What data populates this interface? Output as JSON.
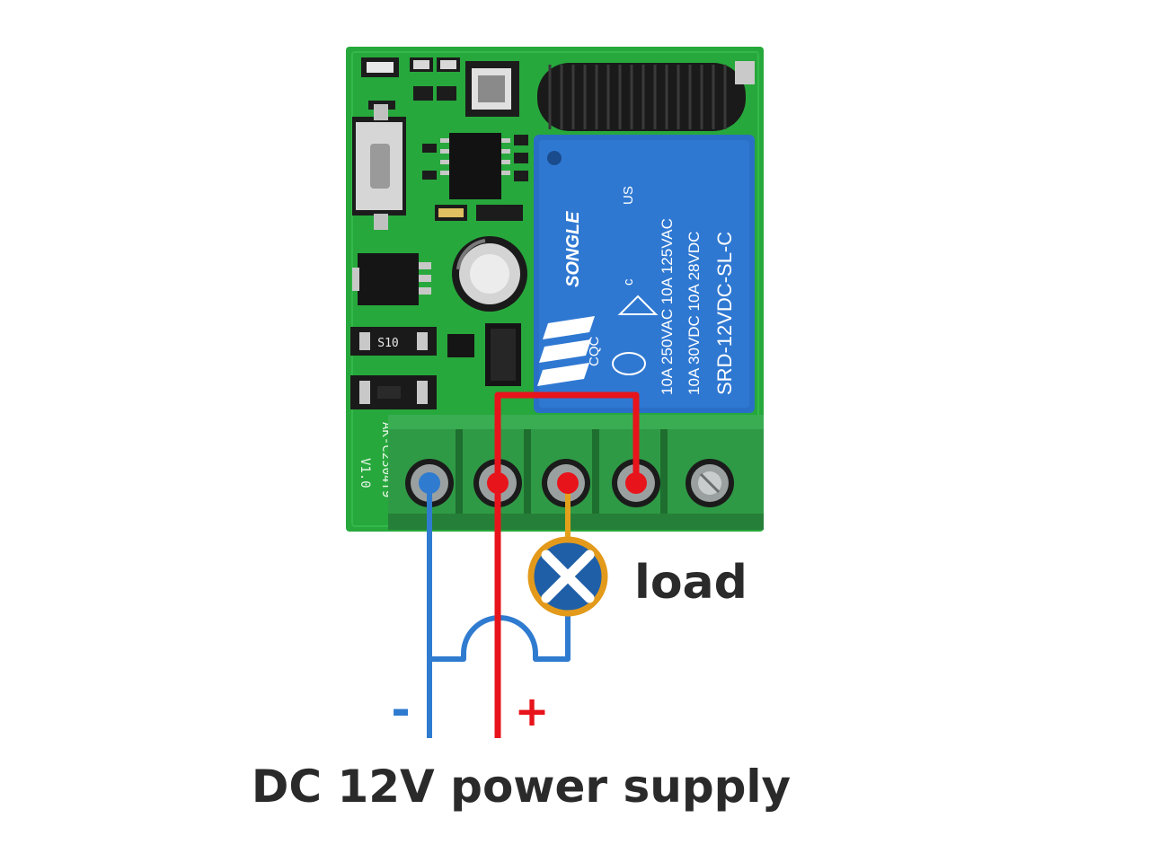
{
  "diagram": {
    "caption": "DC 12V power supply",
    "load_label": "load",
    "polarity": {
      "negative": "-",
      "positive": "+"
    },
    "board": {
      "pcb_label": "AK-C2304T9",
      "version": "V1.0",
      "diode_label": "S10"
    },
    "relay": {
      "brand": "SONGLE",
      "cert_us": "US",
      "cert_c": "c",
      "cert_cqc": "CQC",
      "rating_row1": "10A 250VAC  10A 125VAC",
      "rating_row2": "10A 30VDC  10A 28VDC",
      "model": "SRD-12VDC-SL-C"
    },
    "colors": {
      "pcb": "#27a83c",
      "terminal_block": "#2f9a45",
      "relay_body": "#2a6fc7",
      "wire_negative": "#2f7bd0",
      "wire_positive": "#e8141b",
      "load_ring": "#e39a1b",
      "load_fill": "#1f5fa8",
      "label_text": "#2a2a2a"
    }
  }
}
